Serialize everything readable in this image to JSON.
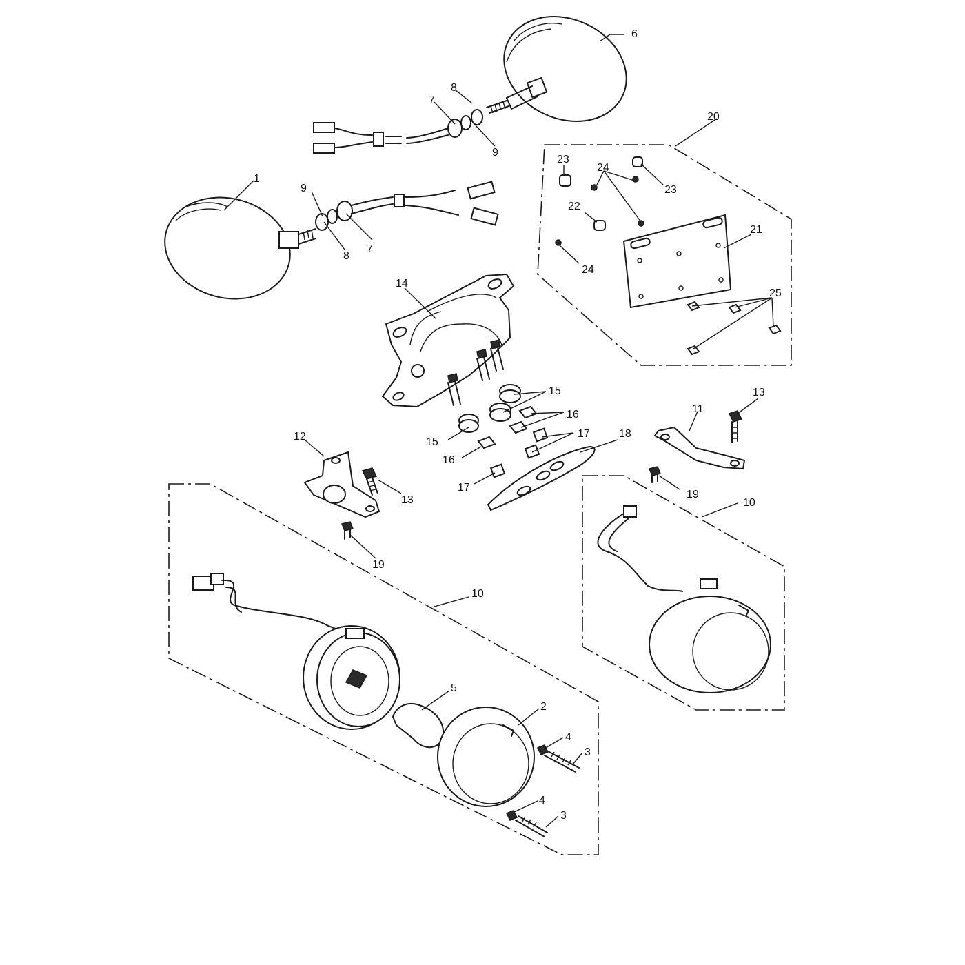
{
  "callouts": {
    "c1": "1",
    "c2": "2",
    "c3a": "3",
    "c3b": "3",
    "c4a": "4",
    "c4b": "4",
    "c5": "5",
    "c6": "6",
    "c7a": "7",
    "c7b": "7",
    "c8a": "8",
    "c8b": "8",
    "c9a": "9",
    "c9b": "9",
    "c10a": "10",
    "c10b": "10",
    "c11": "11",
    "c12": "12",
    "c13a": "13",
    "c13b": "13",
    "c14": "14",
    "c15a": "15",
    "c15b": "15",
    "c16a": "16",
    "c16b": "16",
    "c17a": "17",
    "c17b": "17",
    "c18": "18",
    "c19a": "19",
    "c19b": "19",
    "c20": "20",
    "c21": "21",
    "c22": "22",
    "c23a": "23",
    "c23b": "23",
    "c24a": "24",
    "c24b": "24",
    "c25": "25"
  }
}
